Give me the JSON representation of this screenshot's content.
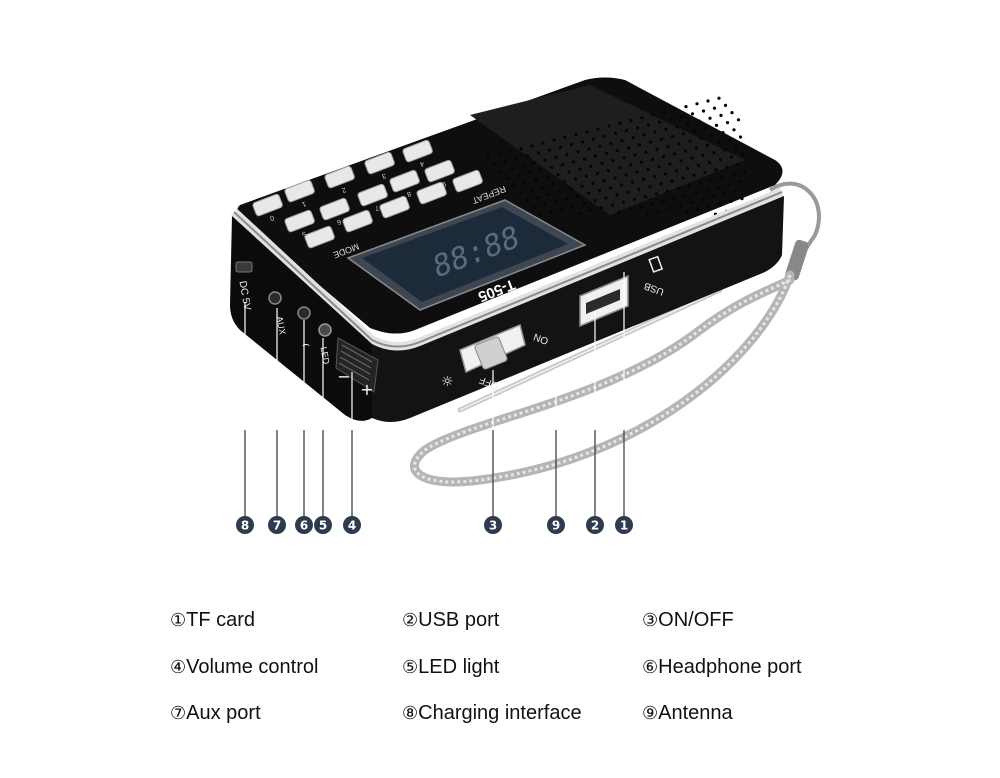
{
  "device": {
    "model": "T-505",
    "lcd_readout": "88:88",
    "usb_label": "USB",
    "on_label": "ON",
    "off_label": "OFF",
    "dc_label": "DC 5V",
    "aux_label": "AUX",
    "led_label": "LED",
    "mode_label": "MODE",
    "repeat_label": "REPEAT",
    "keypad": [
      "0",
      "1",
      "2",
      "3",
      "4",
      "5",
      "6",
      "7",
      "8",
      "9"
    ]
  },
  "callouts": [
    {
      "num": "8"
    },
    {
      "num": "7"
    },
    {
      "num": "6"
    },
    {
      "num": "5"
    },
    {
      "num": "4"
    },
    {
      "num": "3"
    },
    {
      "num": "9"
    },
    {
      "num": "2"
    },
    {
      "num": "1"
    }
  ],
  "legend": [
    {
      "mark": "①",
      "text": "TF card"
    },
    {
      "mark": "②",
      "text": "USB port"
    },
    {
      "mark": "③",
      "text": "ON/OFF"
    },
    {
      "mark": "④",
      "text": "Volume control"
    },
    {
      "mark": "⑤",
      "text": "LED light"
    },
    {
      "mark": "⑥",
      "text": "Headphone port"
    },
    {
      "mark": "⑦",
      "text": "Aux port"
    },
    {
      "mark": "⑧",
      "text": "Charging interface"
    },
    {
      "mark": "⑨",
      "text": "Antenna"
    }
  ],
  "colors": {
    "badge": "#2e3a4d",
    "body": "#111111",
    "chrome": "#d9d9d9",
    "lcd": "#1d2a3a"
  }
}
